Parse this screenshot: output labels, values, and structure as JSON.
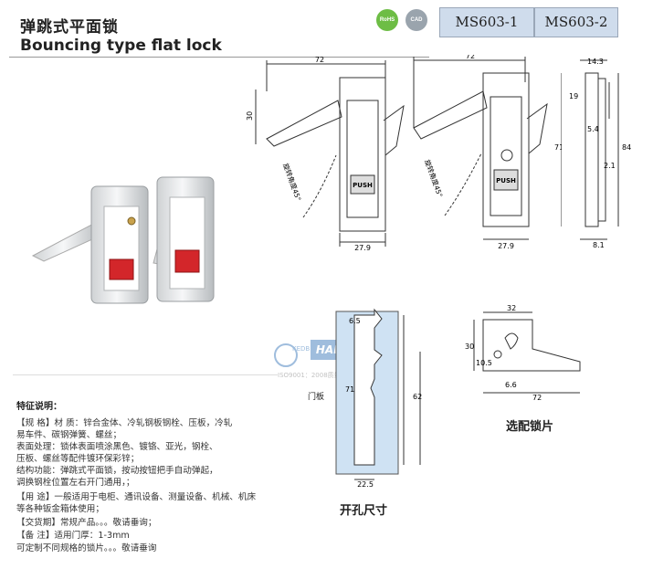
{
  "header": {
    "title_cn": "弹跳式平面锁",
    "title_en": "Bouncing type flat lock",
    "badges": [
      {
        "icon": "rohs-icon",
        "label": "RoHS",
        "color": "#6dbd45"
      },
      {
        "icon": "cad-icon",
        "label": "CAD",
        "color": "#9aa4ad"
      }
    ],
    "models": [
      "MS603-1",
      "MS603-2"
    ]
  },
  "drawing1": {
    "dims": [
      "72",
      "30",
      "27.9"
    ],
    "angle_label": "旋转角度45°",
    "push_label": "PUSH"
  },
  "drawing2": {
    "dims": [
      "72",
      "71",
      "27.9"
    ],
    "angle_label": "旋转角度45°",
    "push_label": "PUSH"
  },
  "side_view": {
    "dims": [
      "14.3",
      "19",
      "5.4",
      "84",
      "2.1",
      "8.1"
    ]
  },
  "cutout": {
    "dims": [
      "6.5",
      "71",
      "62",
      "22.5"
    ],
    "door_label": "门板",
    "caption": "开孔尺寸"
  },
  "lockpiece": {
    "dims": [
      "32",
      "30",
      "10.5",
      "6.6",
      "72"
    ],
    "caption": "选配锁片"
  },
  "watermark": {
    "brand": "HAI HUI",
    "logo": "KEDB",
    "iso": "ISO9001：2008质量认证体系"
  },
  "specs": {
    "title": "特征说明：",
    "lines": [
      "【规  格】材   质：锌合金体、冷轧钢板钢栓、压板，冷轧",
      "                  易车件、碳钢弹簧、螺丝；",
      "             表面处理：锁体表面喷涂黑色、镀铬、亚光，钢栓、",
      "                  压板、螺丝等配件镀环保彩锌；",
      "             结构功能：弹跳式平面锁，按动按钮把手自动弹起，",
      "                  调换钢栓位置左右开门通用，；",
      "【用  途】一般适用于电柜、通讯设备、测量设备、机械、机床",
      "             等各种钣金箱体使用；",
      "【交货期】常规产品。。。敬请垂询；",
      "【备  注】适用门厚：1-3mm",
      "             可定制不同规格的锁片。。。敬请垂询"
    ]
  }
}
